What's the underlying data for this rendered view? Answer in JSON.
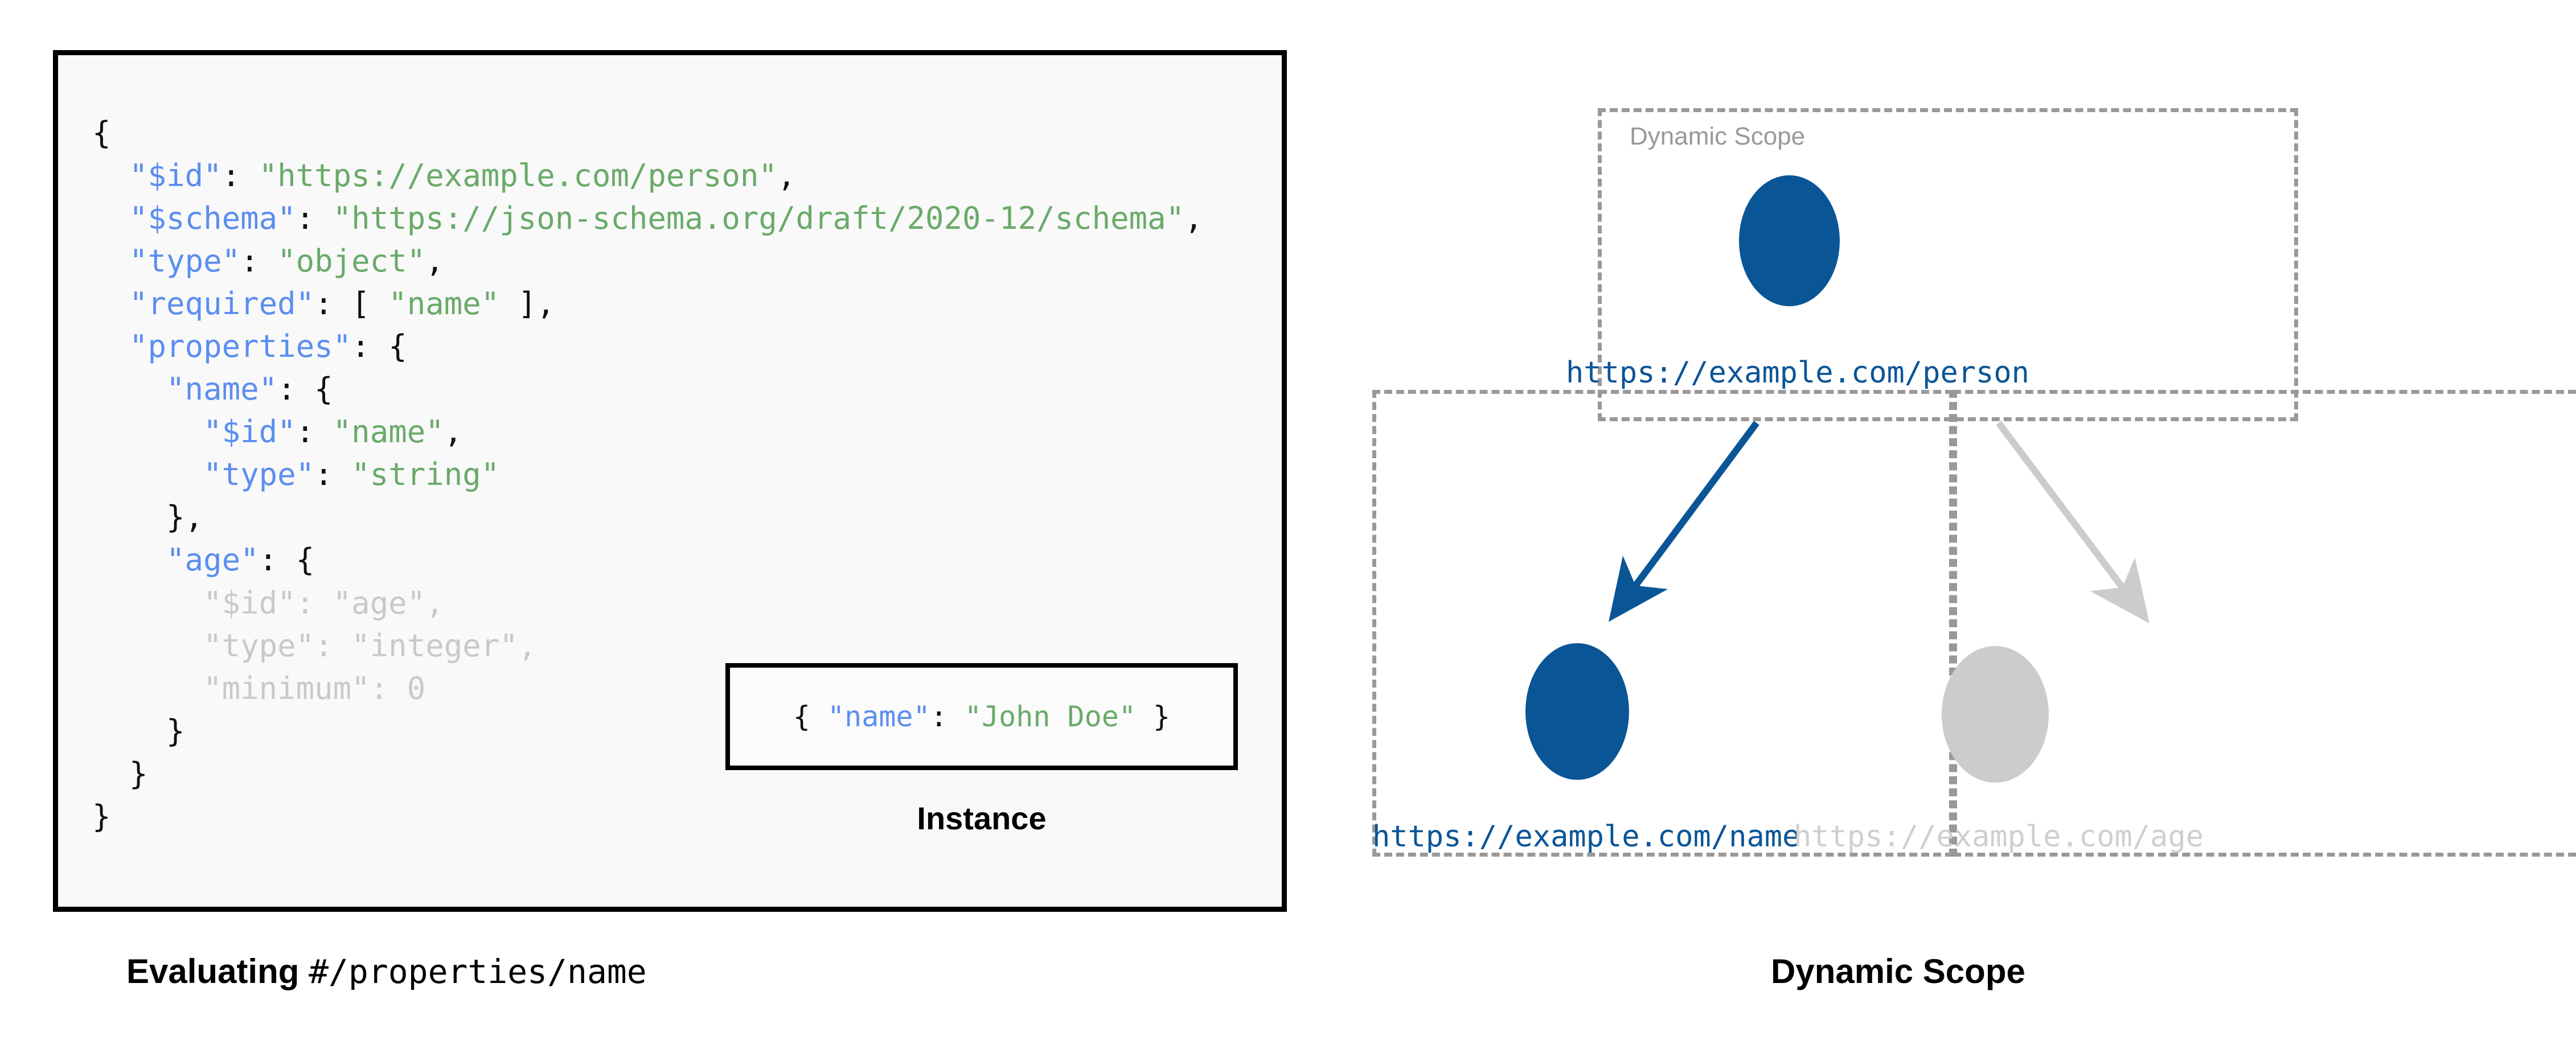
{
  "colors": {
    "accent_blue": "#0a5596",
    "muted_grey": "#cccccc",
    "json_key": "#5b8ef0",
    "json_string": "#6aaa6a",
    "json_dim": "#c9c9c9",
    "dash_border": "#999999",
    "code_bg": "#f9f9f9"
  },
  "left_panel": {
    "schema_lines": [
      {
        "indent": 0,
        "parts": [
          {
            "t": "{",
            "c": "punct"
          }
        ]
      },
      {
        "indent": 1,
        "parts": [
          {
            "t": "\"$id\"",
            "c": "key"
          },
          {
            "t": ": ",
            "c": "punct"
          },
          {
            "t": "\"https://example.com/person\"",
            "c": "str"
          },
          {
            "t": ",",
            "c": "punct"
          }
        ]
      },
      {
        "indent": 1,
        "parts": [
          {
            "t": "\"$schema\"",
            "c": "key"
          },
          {
            "t": ": ",
            "c": "punct"
          },
          {
            "t": "\"https://json-schema.org/draft/2020-12/schema\"",
            "c": "str"
          },
          {
            "t": ",",
            "c": "punct"
          }
        ]
      },
      {
        "indent": 1,
        "parts": [
          {
            "t": "\"type\"",
            "c": "key"
          },
          {
            "t": ": ",
            "c": "punct"
          },
          {
            "t": "\"object\"",
            "c": "str"
          },
          {
            "t": ",",
            "c": "punct"
          }
        ]
      },
      {
        "indent": 1,
        "parts": [
          {
            "t": "\"required\"",
            "c": "key"
          },
          {
            "t": ": [ ",
            "c": "punct"
          },
          {
            "t": "\"name\"",
            "c": "str"
          },
          {
            "t": " ],",
            "c": "punct"
          }
        ]
      },
      {
        "indent": 1,
        "parts": [
          {
            "t": "\"properties\"",
            "c": "key"
          },
          {
            "t": ": {",
            "c": "punct"
          }
        ]
      },
      {
        "indent": 2,
        "parts": [
          {
            "t": "\"name\"",
            "c": "key"
          },
          {
            "t": ": {",
            "c": "punct"
          }
        ]
      },
      {
        "indent": 3,
        "parts": [
          {
            "t": "\"$id\"",
            "c": "key"
          },
          {
            "t": ": ",
            "c": "punct"
          },
          {
            "t": "\"name\"",
            "c": "str"
          },
          {
            "t": ",",
            "c": "punct"
          }
        ]
      },
      {
        "indent": 3,
        "parts": [
          {
            "t": "\"type\"",
            "c": "key"
          },
          {
            "t": ": ",
            "c": "punct"
          },
          {
            "t": "\"string\"",
            "c": "str"
          }
        ]
      },
      {
        "indent": 2,
        "parts": [
          {
            "t": "},",
            "c": "punct"
          }
        ]
      },
      {
        "indent": 2,
        "parts": [
          {
            "t": "\"age\"",
            "c": "key"
          },
          {
            "t": ": {",
            "c": "punct"
          }
        ]
      },
      {
        "indent": 3,
        "parts": [
          {
            "t": "\"$id\": \"age\",",
            "c": "dim"
          }
        ]
      },
      {
        "indent": 3,
        "parts": [
          {
            "t": "\"type\": \"integer\",",
            "c": "dim"
          }
        ]
      },
      {
        "indent": 3,
        "parts": [
          {
            "t": "\"minimum\": 0",
            "c": "dim"
          }
        ]
      },
      {
        "indent": 2,
        "parts": [
          {
            "t": "}",
            "c": "punct"
          }
        ]
      },
      {
        "indent": 1,
        "parts": [
          {
            "t": "}",
            "c": "punct"
          }
        ]
      },
      {
        "indent": 0,
        "parts": [
          {
            "t": "}",
            "c": "punct"
          }
        ]
      }
    ],
    "instance": {
      "parts": [
        {
          "t": "{ ",
          "c": "punct"
        },
        {
          "t": "\"name\"",
          "c": "key"
        },
        {
          "t": ": ",
          "c": "punct"
        },
        {
          "t": "\"John Doe\"",
          "c": "str"
        },
        {
          "t": " }",
          "c": "punct"
        }
      ],
      "caption": "Instance"
    },
    "caption_bold": "Evaluating ",
    "caption_mono": "#/properties/name"
  },
  "right_panel": {
    "inner_label": "Dynamic Scope",
    "caption": "Dynamic Scope",
    "nodes": [
      {
        "id": "person",
        "label": "https://example.com/person",
        "state": "active"
      },
      {
        "id": "name",
        "label": "https://example.com/name",
        "state": "active"
      },
      {
        "id": "age",
        "label": "https://example.com/age",
        "state": "muted"
      }
    ],
    "edges": [
      {
        "from": "person",
        "to": "name",
        "state": "active"
      },
      {
        "from": "person",
        "to": "age",
        "state": "muted"
      }
    ]
  }
}
